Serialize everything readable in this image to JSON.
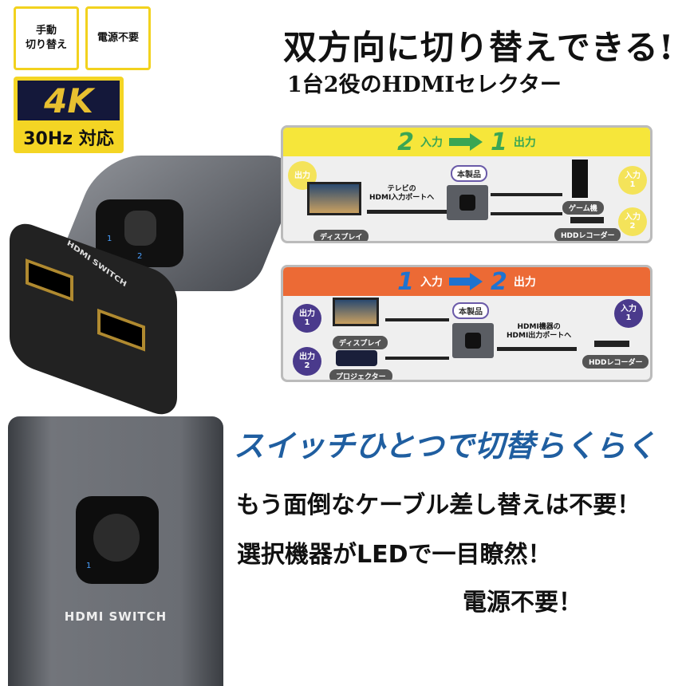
{
  "badges": {
    "manual_switch": "手動\n切り替え",
    "no_power": "電源不要",
    "resolution": "4K",
    "refresh": "30Hz 対応"
  },
  "headline": {
    "title": "双方向に切り替えできる!",
    "subtitle": "1台2役のHDMIセレクター"
  },
  "product_label": "HDMI SWITCH",
  "led_labels": [
    "1",
    "2"
  ],
  "diagram1": {
    "header": {
      "num_in": "2",
      "in": "入力",
      "num_out": "1",
      "out": "出力"
    },
    "header_color": "#f6e63a",
    "output_badge": "出力",
    "input_badges": [
      "入力\n1",
      "入力\n2"
    ],
    "product_tag": "本製品",
    "cable_note": "テレビの\nHDMI入力ポートへ",
    "display_label": "ディスプレイ",
    "game_label": "ゲーム機",
    "recorder_label": "HDDレコーダー"
  },
  "diagram2": {
    "header": {
      "num_in": "1",
      "in": "入力",
      "num_out": "2",
      "out": "出力"
    },
    "header_color": "#ec6a35",
    "output_badges": [
      "出力\n1",
      "出力\n2"
    ],
    "input_badge": "入力\n1",
    "product_tag": "本製品",
    "cable_note": "HDMI機器の\nHDMI出力ポートへ",
    "display_label": "ディスプレイ",
    "projector_label": "プロジェクター",
    "recorder_label": "HDDレコーダー"
  },
  "features": {
    "heading": "スイッチひとつで切替らくらく",
    "line1": "もう面倒なケーブル差し替えは不要！",
    "line2": "選択機器がLEDで一目瞭然！",
    "line3": "電源不要！"
  }
}
